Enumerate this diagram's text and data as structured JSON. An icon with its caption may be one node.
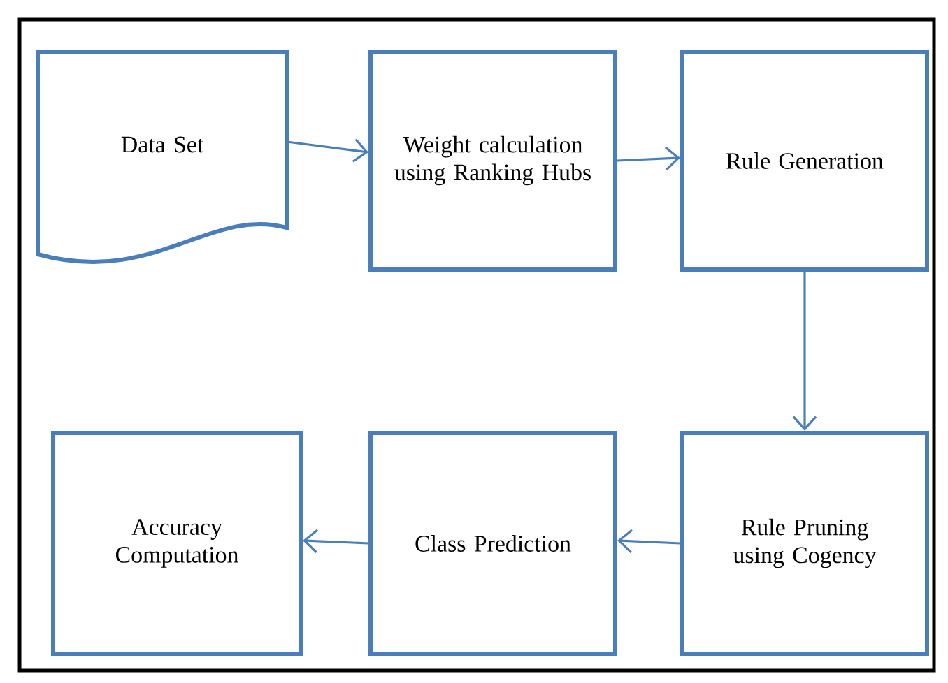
{
  "diagram": {
    "nodes": [
      {
        "text": [
          "Data Set"
        ]
      },
      {
        "text": [
          "Weight calculation using Ranking Hubs"
        ]
      },
      {
        "text": [
          "Rule Generation"
        ]
      },
      {
        "text": [
          "Rule Pruning using Cogency"
        ]
      },
      {
        "text": [
          "Class Prediction"
        ]
      },
      {
        "text": [
          "Accuracy Computation"
        ]
      }
    ],
    "edges": [
      {
        "from": 0,
        "to": 1,
        "arrow": "to"
      },
      {
        "from": 1,
        "to": 2,
        "arrow": "to"
      },
      {
        "from": 2,
        "to": 3,
        "arrow": "to"
      },
      {
        "from": 3,
        "to": 4,
        "arrow": "to"
      },
      {
        "from": 4,
        "to": 5,
        "arrow": "to"
      }
    ]
  }
}
